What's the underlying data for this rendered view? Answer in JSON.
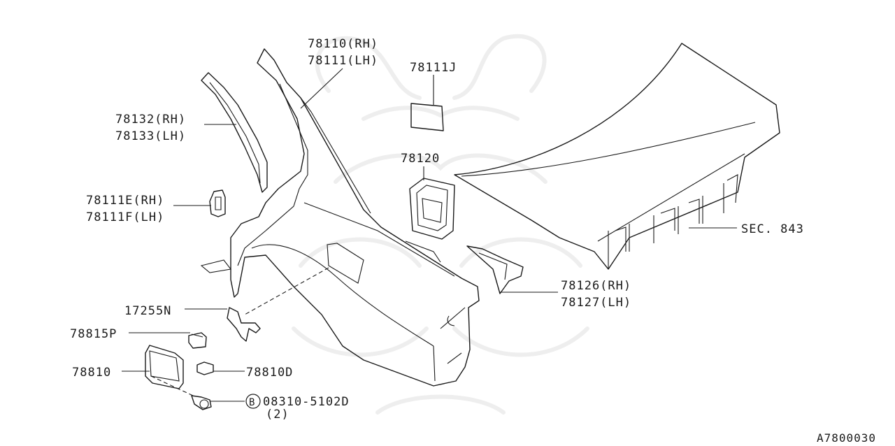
{
  "diagram_id": "A7800030",
  "labels": {
    "p78110": "78110(RH)",
    "p78111": "78111(LH)",
    "p78111J": "78111J",
    "p78132": "78132(RH)",
    "p78133": "78133(LH)",
    "p78120": "78120",
    "p78111E": "78111E(RH)",
    "p78111F": "78111F(LH)",
    "sec843": "SEC. 843",
    "p78126": "78126(RH)",
    "p78127": "78127(LH)",
    "p17255N": "17255N",
    "p78815P": "78815P",
    "p78810": "78810",
    "p78810D": "78810D",
    "bolt_marker": "B",
    "bolt_part": "08310-5102D",
    "bolt_qty": "(2)"
  },
  "colors": {
    "line": "#1a1a1a",
    "background": "#ffffff",
    "watermark": "#eeeeee"
  }
}
